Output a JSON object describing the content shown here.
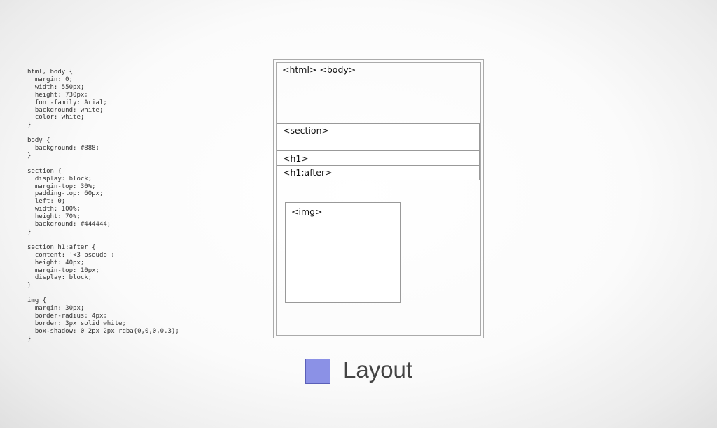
{
  "css_code": [
    [
      "html, body {",
      "  margin: 0;",
      "  width: 550px;",
      "  height: 730px;",
      "  font-family: Arial;",
      "  background: white;",
      "  color: white;",
      "}"
    ],
    [
      "body {",
      "  background: #888;",
      "}"
    ],
    [
      "section {",
      "  display: block;",
      "  margin-top: 30%;",
      "  padding-top: 60px;",
      "  left: 0;",
      "  width: 100%;",
      "  height: 70%;",
      "  background: #444444;",
      "}"
    ],
    [
      "section h1:after {",
      "  content: '<3 pseudo';",
      "  height: 40px;",
      "  margin-top: 10px;",
      "  display: block;",
      "}"
    ],
    [
      "img {",
      "  margin: 30px;",
      "  border-radius: 4px;",
      "  border: 3px solid white;",
      "  box-shadow: 0 2px 2px rgba(0,0,0,0.3);",
      "}"
    ]
  ],
  "diagram": {
    "html_body_label": "<html> <body>",
    "section_label": "<section>",
    "h1_label": "<h1>",
    "h1_after_label": "<h1:after>",
    "img_label": "<img>"
  },
  "legend": {
    "label": "Layout",
    "color": "#8b91e6"
  }
}
